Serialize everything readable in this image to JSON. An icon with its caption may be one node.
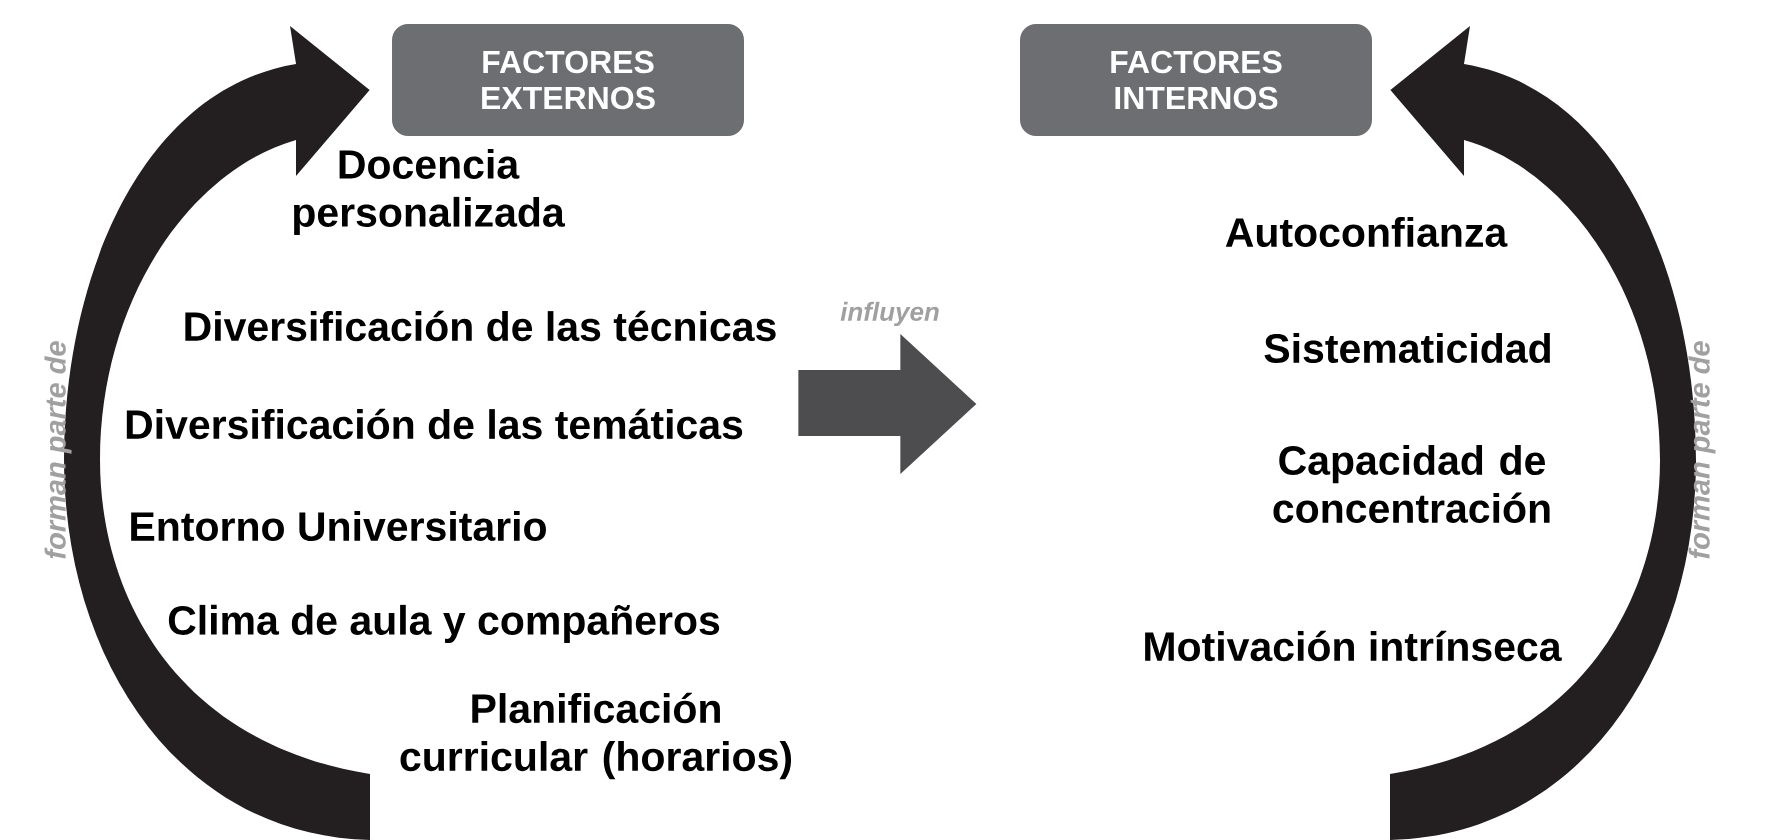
{
  "diagram": {
    "nodes": [
      {
        "text": [
          "FACTORES EXTERNOS"
        ]
      },
      {
        "text": [
          "FACTORES INTERNOS"
        ]
      },
      {
        "text": [
          "Docencia personalizada"
        ]
      },
      {
        "text": [
          "Diversificación de las técnicas"
        ]
      },
      {
        "text": [
          "Diversificación de las temáticas"
        ]
      },
      {
        "text": [
          "Entorno Universitario"
        ]
      },
      {
        "text": [
          "Clima de aula y compañeros"
        ]
      },
      {
        "text": [
          "Planificación curricular (horarios)"
        ]
      },
      {
        "text": [
          "Autoconfianza"
        ]
      },
      {
        "text": [
          "Sistematicidad"
        ]
      },
      {
        "text": [
          "Capacidad de concentración"
        ]
      },
      {
        "text": [
          "Motivación intrínseca"
        ]
      }
    ],
    "edges": [
      {
        "from": null,
        "to": 0,
        "arrow": "to",
        "label": "forman parte de"
      },
      {
        "from": null,
        "to": 1,
        "arrow": "to",
        "label": "forman parte de"
      },
      {
        "from": 4,
        "to": null,
        "arrow": "to",
        "label": "influyen",
        "color": "#4d4d4f"
      }
    ]
  }
}
